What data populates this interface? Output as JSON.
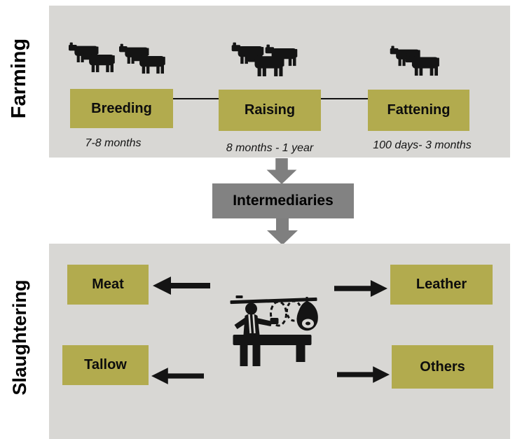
{
  "diagram": {
    "farming": {
      "label": "Farming",
      "stages": [
        {
          "name": "Breeding",
          "duration": "7-8 months"
        },
        {
          "name": "Raising",
          "duration": "8 months - 1 year"
        },
        {
          "name": "Fattening",
          "duration": "100 days- 3 months"
        }
      ]
    },
    "intermediaries_label": "Intermediaries",
    "slaughtering": {
      "label": "Slaughtering",
      "products": [
        "Meat",
        "Tallow",
        "Leather",
        "Others"
      ]
    }
  },
  "icons": {
    "cows": "cow-silhouette-group",
    "down_arrow": "thick-gray-down-arrow",
    "left_arrow": "black-left-arrow",
    "right_arrow": "black-right-arrow",
    "slaughterhouse": "butcher-at-table-with-hanging-meat"
  },
  "colors": {
    "section_panel_bg": "#d8d7d4",
    "stage_box_bg": "#b2ab4e",
    "intermediaries_bg": "#828282",
    "gray_arrow": "#7f7f7f",
    "black_arrow": "#141414",
    "text": "#000000"
  }
}
